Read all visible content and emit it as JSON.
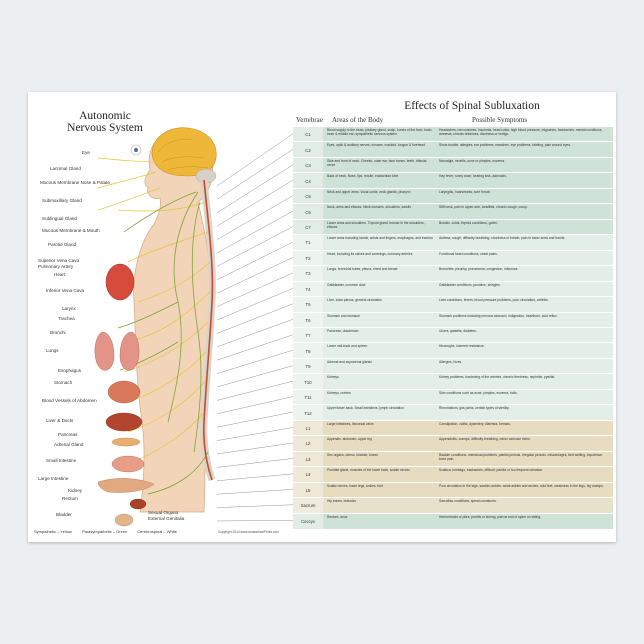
{
  "left": {
    "title_line1": "Autonomic",
    "title_line2": "Nervous System",
    "organs": [
      "Eye",
      "Lacrimal Gland",
      "Mucous Membrane Nose & Palate",
      "Submaxillary Gland",
      "Sublingual Gland",
      "Mucous Membrane & Mouth",
      "Parotid Gland",
      "Superior Vena Cava",
      "Pulmonary Artery",
      "Heart",
      "Inferior Vena Cava",
      "Larynx",
      "Trachea",
      "Bronchi",
      "Lungs",
      "Esophagus",
      "Stomach",
      "Blood Vessels of Abdomen",
      "Liver & Ducts",
      "Pancreas",
      "Adrenal Gland",
      "Small Intestine",
      "Large Intestine",
      "Kidney",
      "Rectum",
      "Bladder",
      "Sexual Organs",
      "External Genitalia"
    ],
    "legend": {
      "sympathetic": "Sympathetic – Yellow",
      "parasympathetic": "Parasympathetic – Green",
      "cerebrospinal": "Cerebrospinal – White"
    },
    "copyright": "Copyright 2014 www.AnatomicalPrints.com"
  },
  "right": {
    "title": "Effects of Spinal Subluxation",
    "headers": {
      "vertebrae": "Vertebrae",
      "areas": "Areas of the Body",
      "symptoms": "Possible Symptoms"
    },
    "rows": [
      {
        "v": "C1",
        "area": "Blood supply to the head, pituitary gland, scalp, bones of the face, brain, inner & middle ear, sympathetic nervous system",
        "symptoms": "Headaches, nervousness, insomnia, head colds, high blood pressure, migraines, headaches, mental conditions, amnesia, chronic tiredness, dizziness or vertigo."
      },
      {
        "v": "C2",
        "area": "Eyes, optic & auditory nerves, sinuses, mastoid, tongue & forehead",
        "symptoms": "Sinus trouble, allergies, ear problems, earaches, eye problems, fainting, pain around eyes."
      },
      {
        "v": "C3",
        "area": "Side and front of neck. Cheeks, outer ear, face bones, teeth, trifacial nerve",
        "symptoms": "Neuralgia, neuritis, acne or pimples, eczema."
      },
      {
        "v": "C4",
        "area": "Back of neck. Nose, lips, mouth, eustachian tube",
        "symptoms": "Hay fever, runny nose, hearing loss, adenoids."
      },
      {
        "v": "C5",
        "area": "Neck and upper arms. Vocal cords, neck glands, pharynx",
        "symptoms": "Laryngitis, hoarseness, sore throat."
      },
      {
        "v": "C6",
        "area": "Neck, arms and elbows. Neck muscles, shoulders, tonsils",
        "symptoms": "Stiff neck, pain in upper arm, tonsillitis, chronic cough, croup."
      },
      {
        "v": "C7",
        "area": "Lower arms and shoulders. Thyroid gland, bursae in the shoulders, elbows",
        "symptoms": "Bursitis, colds, thyroid conditions, goiter."
      },
      {
        "v": "T1",
        "area": "Lower arms including hands, wrists and fingers, esophagus, and trachea",
        "symptoms": "Asthma, cough, difficulty breathing, shortness of breath, pain in lower arms and hands."
      },
      {
        "v": "T2",
        "area": "Heart, including its valves and coverings, coronary arteries",
        "symptoms": "Functional heart conditions, chest pains."
      },
      {
        "v": "T3",
        "area": "Lungs, bronchial tubes, pleura, chest and breast",
        "symptoms": "Bronchitis, pleurisy, pneumonia, congestion, influenza."
      },
      {
        "v": "T4",
        "area": "Gallbladder, common duct",
        "symptoms": "Gallbladder conditions, jaundice, shingles."
      },
      {
        "v": "T5",
        "area": "Liver, solar plexus, general circulation",
        "symptoms": "Liver conditions, fevers, blood pressure problems, poor circulation, arthritis."
      },
      {
        "v": "T6",
        "area": "Stomach and stomach",
        "symptoms": "Stomach problems including nervous stomach, indigestion, heartburn, acid reflux."
      },
      {
        "v": "T7",
        "area": "Pancreas, duodenum",
        "symptoms": "Ulcers, gastritis, diabetes."
      },
      {
        "v": "T8",
        "area": "Lower mid-back and spleen",
        "symptoms": "Hiccoughs, lowered resistance."
      },
      {
        "v": "T9",
        "area": "Adrenal and suprarenal glands",
        "symptoms": "Allergies, hives."
      },
      {
        "v": "T10",
        "area": "Kidneys",
        "symptoms": "Kidney problems, hardening of the arteries, chronic tiredness, nephritis, pyelitis."
      },
      {
        "v": "T11",
        "area": "Kidneys, ureters",
        "symptoms": "Skin conditions such as acne, pimples, eczema, boils."
      },
      {
        "v": "T12",
        "area": "Upper/lower back. Small intestines, lymph circulation",
        "symptoms": "Rheumatism, gas pains, certain types of sterility."
      },
      {
        "v": "L1",
        "area": "Large intestines, ileocecal valve",
        "symptoms": "Constipation, colitis, dysentery, diarrhea, hernias."
      },
      {
        "v": "L2",
        "area": "Appendix, abdomen, upper leg",
        "symptoms": "Appendicitis, cramps, difficulty breathing, minor varicose veins."
      },
      {
        "v": "L3",
        "area": "Sex organs, uterus, bladder, knees",
        "symptoms": "Bladder conditions, menstrual problems, painful periods, irregular periods, miscarriages, bed wetting, impotence, knee pain."
      },
      {
        "v": "L4",
        "area": "Prostate gland, muscles of the lower back, sciatic nerves",
        "symptoms": "Sciatica, lumbago, backaches, difficult, painful or too frequent urination."
      },
      {
        "v": "L5",
        "area": "Sciatic nerves, lower legs, ankles, feet",
        "symptoms": "Poor circulation in the legs, swollen ankles, weak ankles and arches, cold feet, weakness in the legs, leg cramps."
      },
      {
        "v": "Sacrum",
        "area": "Hip bones, buttocks",
        "symptoms": "Sacroiliac conditions, spinal curvatures."
      },
      {
        "v": "Coccyx",
        "area": "Rectum, anus",
        "symptoms": "Hemorrhoids or piles, pruritis or itching, pain at end of spine on sitting."
      }
    ]
  },
  "colors": {
    "cervical_bg": "#cfe2d8",
    "thoracic_bg": "#e3eee8",
    "lumbar_bg": "#e8dcc0",
    "sacral_bg": "#e6e2cc",
    "sympathetic": "#e3c63a",
    "parasympathetic": "#7da33a",
    "brain": "#e9b23b",
    "skin": "#f0c9a8"
  }
}
